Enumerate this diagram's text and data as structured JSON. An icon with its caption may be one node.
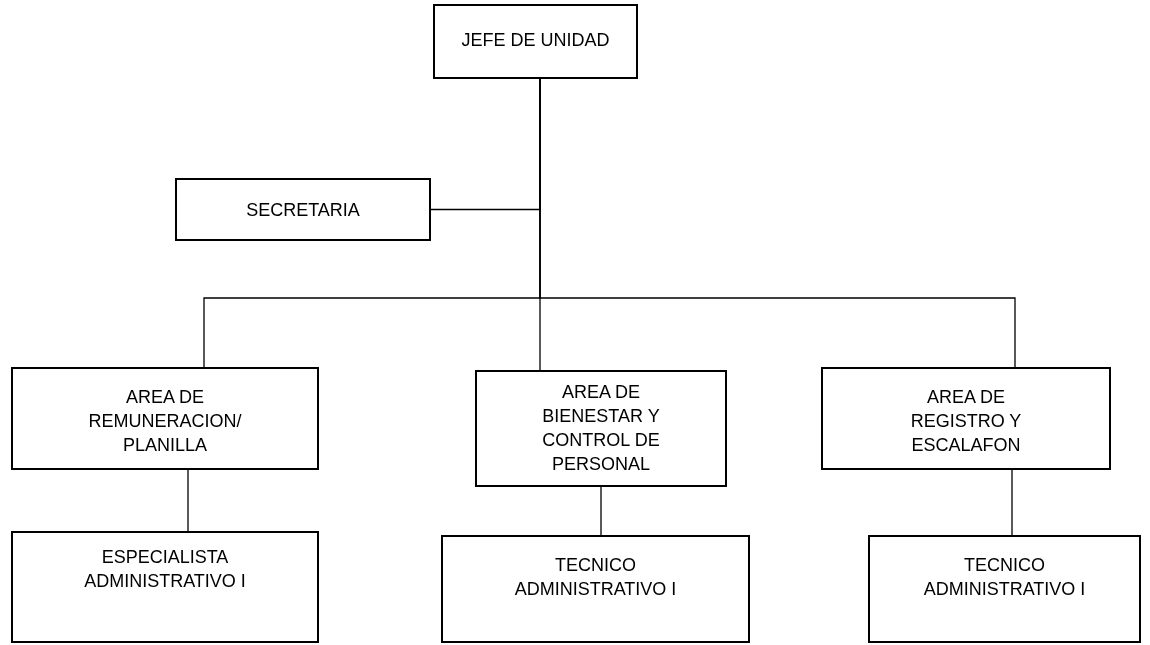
{
  "diagram": {
    "nodes": [
      {
        "text": [
          "JEFE DE UNIDAD"
        ]
      },
      {
        "text": [
          "SECRETARIA"
        ]
      },
      {
        "text": [
          "AREA DE REMUNERACION/ PLANILLA"
        ]
      },
      {
        "text": [
          "AREA DE BIENESTAR Y CONTROL DE PERSONAL"
        ]
      },
      {
        "text": [
          "AREA DE REGISTRO Y ESCALAFON"
        ]
      },
      {
        "text": [
          "ESPECIALISTA ADMINISTRATIVO I"
        ]
      },
      {
        "text": [
          "TECNICO ADMINISTRATIVO I"
        ]
      },
      {
        "text": [
          "TECNICO ADMINISTRATIVO I"
        ]
      }
    ],
    "edges": [
      {
        "from": 0,
        "to": 1,
        "arrow": "none"
      },
      {
        "from": 0,
        "to": 2,
        "arrow": "none"
      },
      {
        "from": 0,
        "to": 3,
        "arrow": "none"
      },
      {
        "from": 0,
        "to": 4,
        "arrow": "none"
      },
      {
        "from": 2,
        "to": 5,
        "arrow": "none"
      },
      {
        "from": 3,
        "to": 6,
        "arrow": "none"
      },
      {
        "from": 4,
        "to": 7,
        "arrow": "none"
      }
    ]
  }
}
